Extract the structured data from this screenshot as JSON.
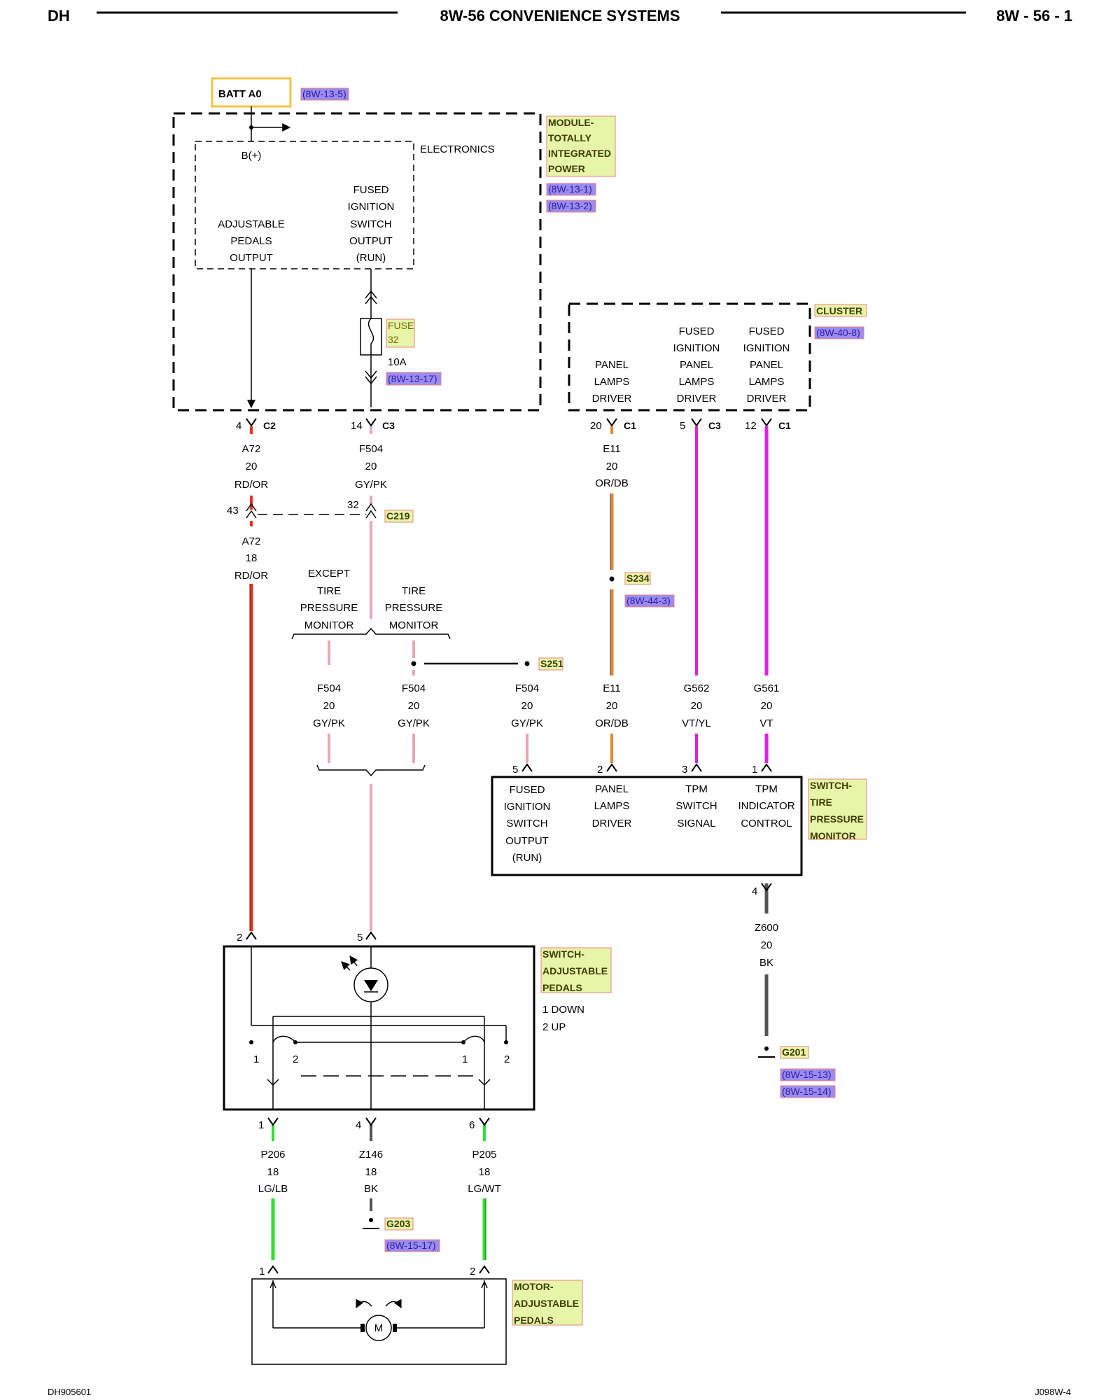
{
  "header": {
    "left": "DH",
    "title": "8W-56 CONVENIENCE SYSTEMS",
    "page": "8W - 56 - 1"
  },
  "footer": {
    "left": "DH905601",
    "right": "J098W-4"
  },
  "colors": {
    "red_or": "#e8321e",
    "gy_pk": "#e7a9b4",
    "or_db": "#e08a2c",
    "violet": "#e020e0",
    "lg": "#2ee22e",
    "bk": "#555555",
    "ref_fill": "#9b8cf0",
    "label_fill": "#e6f5a8",
    "label_border": "#f08080",
    "batt_border": "#f5c542"
  },
  "batt": {
    "label": "BATT A0",
    "ref": "(8W-13-5)"
  },
  "tipm": {
    "title_lines": [
      "MODULE-",
      "TOTALLY",
      "INTEGRATED",
      "POWER"
    ],
    "refs": [
      "(8W-13-1)",
      "(8W-13-2)"
    ],
    "electronics": "ELECTRONICS",
    "bplus": "B(+)",
    "adj_out": [
      "ADJUSTABLE",
      "PEDALS",
      "OUTPUT"
    ],
    "fused_out": [
      "FUSED",
      "IGNITION",
      "SWITCH",
      "OUTPUT",
      "(RUN)"
    ],
    "fuse_label": [
      "FUSE",
      "32"
    ],
    "fuse_rating": "10A",
    "fuse_ref": "(8W-13-17)"
  },
  "cluster": {
    "title": "CLUSTER",
    "ref": "(8W-40-8)",
    "col1": [
      "PANEL",
      "LAMPS",
      "DRIVER"
    ],
    "col2": [
      "FUSED",
      "IGNITION",
      "PANEL",
      "LAMPS",
      "DRIVER"
    ],
    "col3": [
      "FUSED",
      "IGNITION",
      "PANEL",
      "LAMPS",
      "DRIVER"
    ]
  },
  "pins": {
    "c2": {
      "num": "4",
      "conn": "C2"
    },
    "c3": {
      "num": "14",
      "conn": "C3"
    },
    "cl1": {
      "num": "20",
      "conn": "C1"
    },
    "cl2": {
      "num": "5",
      "conn": "C3"
    },
    "cl3": {
      "num": "12",
      "conn": "C1"
    },
    "c219a": "43",
    "c219b": "32",
    "c219": "C219"
  },
  "wires": {
    "a72_upper": [
      "A72",
      "20",
      "RD/OR"
    ],
    "f504_upper": [
      "F504",
      "20",
      "GY/PK"
    ],
    "e11_upper": [
      "E11",
      "20",
      "OR/DB"
    ],
    "a72_lower": [
      "A72",
      "18",
      "RD/OR"
    ],
    "f504_l": [
      "F504",
      "20",
      "GY/PK"
    ],
    "f504_m": [
      "F504",
      "20",
      "GY/PK"
    ],
    "f504_r": [
      "F504",
      "20",
      "GY/PK"
    ],
    "e11_lower": [
      "E11",
      "20",
      "OR/DB"
    ],
    "g562": [
      "G562",
      "20",
      "VT/YL"
    ],
    "g561": [
      "G561",
      "20",
      "VT"
    ],
    "z600": [
      "Z600",
      "20",
      "BK"
    ],
    "p206": [
      "P206",
      "18",
      "LG/LB"
    ],
    "z146": [
      "Z146",
      "18",
      "BK"
    ],
    "p205": [
      "P205",
      "18",
      "LG/WT"
    ]
  },
  "splices": {
    "s234": "S234",
    "s234_ref": "(8W-44-3)",
    "s251": "S251"
  },
  "options": {
    "except": [
      "EXCEPT",
      "TIRE",
      "PRESSURE",
      "MONITOR"
    ],
    "tpm": [
      "TIRE",
      "PRESSURE",
      "MONITOR"
    ]
  },
  "tpm_switch": {
    "title_lines": [
      "SWITCH-",
      "TIRE",
      "PRESSURE",
      "MONITOR"
    ],
    "pins": [
      "5",
      "2",
      "3",
      "1"
    ],
    "col1": [
      "FUSED",
      "IGNITION",
      "SWITCH",
      "OUTPUT",
      "(RUN)"
    ],
    "col2": [
      "PANEL",
      "LAMPS",
      "DRIVER"
    ],
    "col3": [
      "TPM",
      "SWITCH",
      "SIGNAL"
    ],
    "col4": [
      "TPM",
      "INDICATOR",
      "CONTROL"
    ],
    "out_pin": "4"
  },
  "g201": {
    "label": "G201",
    "refs": [
      "(8W-15-13)",
      "(8W-15-14)"
    ]
  },
  "pedal_switch": {
    "title_lines": [
      "SWITCH-",
      "ADJUSTABLE",
      "PEDALS"
    ],
    "legend": [
      "1 DOWN",
      "2 UP"
    ],
    "in_pins": [
      "2",
      "5"
    ],
    "contacts": [
      "1",
      "2",
      "1",
      "2"
    ],
    "out_pins": [
      "1",
      "4",
      "6"
    ]
  },
  "g203": {
    "label": "G203",
    "ref": "(8W-15-17)"
  },
  "motor": {
    "title_lines": [
      "MOTOR-",
      "ADJUSTABLE",
      "PEDALS"
    ],
    "pins": [
      "1",
      "2"
    ],
    "symbol": "M"
  }
}
